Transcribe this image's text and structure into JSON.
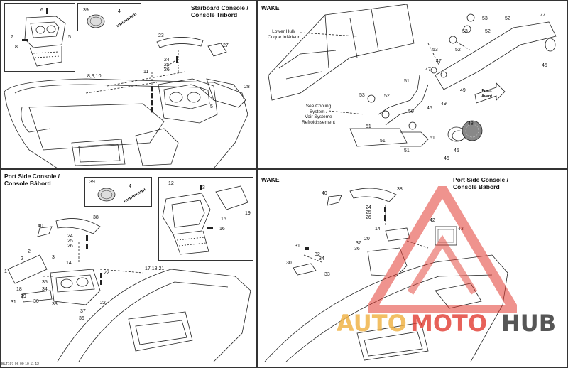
{
  "panels": {
    "starboard": {
      "title": "Starboard Console /\nConsole Tribord",
      "callouts": [
        "6",
        "7",
        "8",
        "5",
        "39",
        "4",
        "23",
        "27",
        "24",
        "25",
        "26",
        "11",
        "8,9,10",
        "28",
        "5"
      ]
    },
    "wake_top": {
      "title": "WAKE",
      "note_hull": "Lower Hull/\nCoque Inférieur",
      "note_cooling": "See Cooling\nSystem /\nVoir Système\nRefroidissement",
      "front_arrow": "Front\nAvant",
      "callouts": [
        "53",
        "52",
        "44",
        "53",
        "52",
        "53",
        "52",
        "47",
        "53",
        "52",
        "51",
        "47",
        "49",
        "50",
        "45",
        "49",
        "51",
        "51",
        "51",
        "48",
        "46",
        "45",
        "45",
        "51"
      ]
    },
    "port_left": {
      "title": "Port Side Console /\nConsole Bâbord",
      "callouts": [
        "39",
        "4",
        "12",
        "13",
        "38",
        "40",
        "24",
        "25",
        "26",
        "19",
        "15",
        "16",
        "2",
        "2",
        "3",
        "1",
        "14",
        "22",
        "35",
        "18",
        "34",
        "29",
        "30",
        "33",
        "31",
        "37",
        "36",
        "22",
        "17,18,21"
      ]
    },
    "wake_bottom": {
      "title": "WAKE",
      "subtitle": "Port Side Console /\nConsole Bâbord",
      "callouts": [
        "40",
        "38",
        "24",
        "25",
        "26",
        "42",
        "43",
        "14",
        "20",
        "37",
        "36",
        "31",
        "32",
        "34",
        "30",
        "33"
      ]
    }
  },
  "watermark": {
    "part1": "AUTO",
    "part2": "MOTO",
    "part3": "HUB",
    "color_orange": "#f0b44a",
    "color_red": "#e23b32",
    "color_gray": "#444444"
  },
  "footer": "BLT197-06-09-10-11-12"
}
